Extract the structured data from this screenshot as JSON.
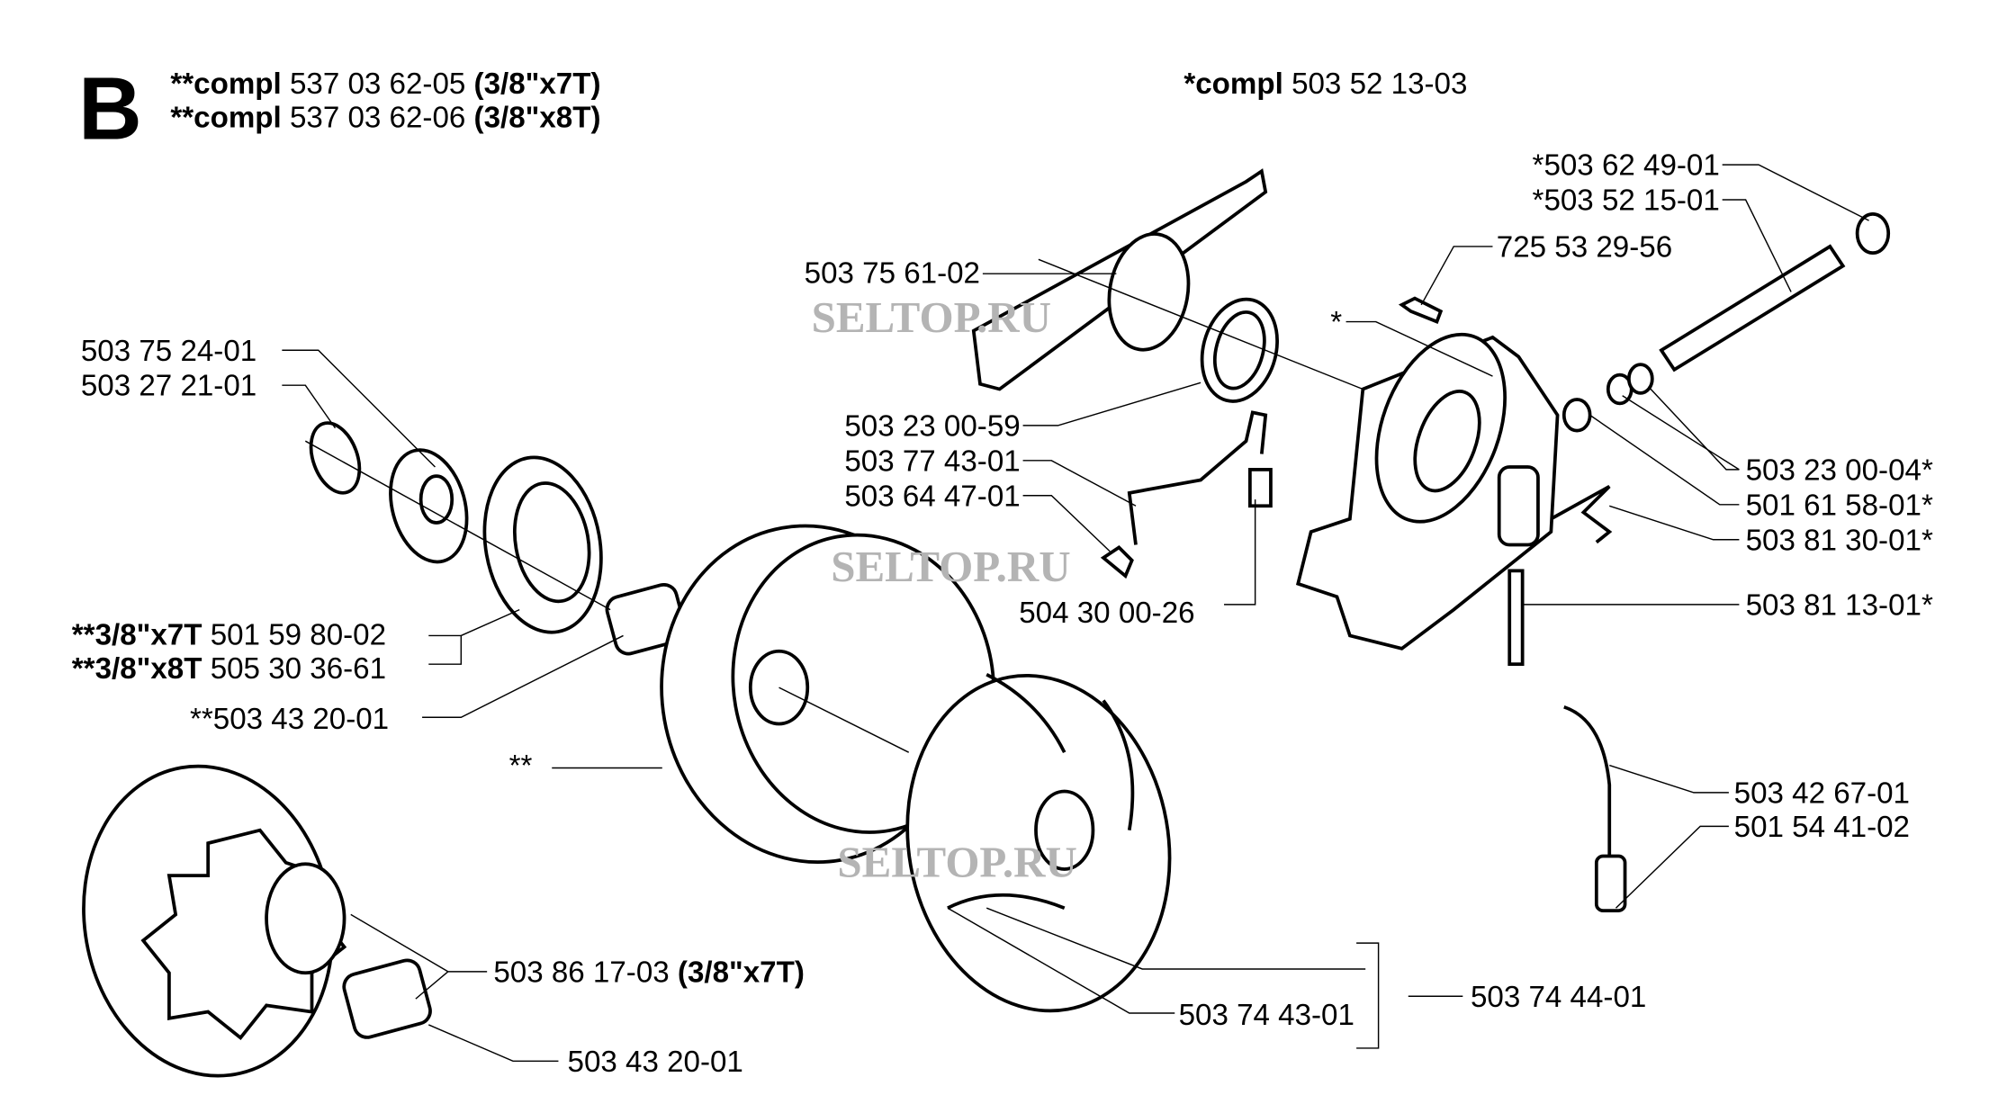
{
  "section_letter": "B",
  "header": {
    "compl_1": {
      "prefix": "**compl",
      "number": "537 03 62-05",
      "spec": "(3/8\"x7T)"
    },
    "compl_2": {
      "prefix": "**compl",
      "number": "537 03 62-06",
      "spec": "(3/8\"x8T)"
    },
    "compl_3": {
      "prefix": "*compl",
      "number": "503 52 13-03"
    }
  },
  "labels": {
    "p_503624901": "*503 62 49-01",
    "p_503521501": "*503 52 15-01",
    "p_725532956": "725 53 29-56",
    "p_503756102": "503 75 61-02",
    "star": "*",
    "p_503752401": "503 75 24-01",
    "p_503272101": "503 27 21-01",
    "p_503230059": "503 23 00-59",
    "p_503774301": "503 77 43-01",
    "p_503644701": "503 64 47-01",
    "p_504300026": "504 30 00-26",
    "p_503230004": "503 23 00-04*",
    "p_501615801": "501 61 58-01*",
    "p_503813001": "503 81 30-01*",
    "p_503811301": "503 81 13-01*",
    "p_501598002_prefix": "**3/8\"x7T",
    "p_501598002": "501 59 80-02",
    "p_505303661_prefix": "**3/8\"x8T",
    "p_505303661": "505 30 36-61",
    "p_503432001_star": "**503 43 20-01",
    "double_star": "**",
    "p_503426701": "503 42 67-01",
    "p_501544102": "501 54 41-02",
    "p_503861703": "503 86 17-03",
    "p_503861703_spec": "(3/8\"x7T)",
    "p_503744401": "503 74 44-01",
    "p_503744301": "503 74 43-01",
    "p_503432001": "503 43 20-01"
  },
  "watermark": "SELTOP.RU"
}
